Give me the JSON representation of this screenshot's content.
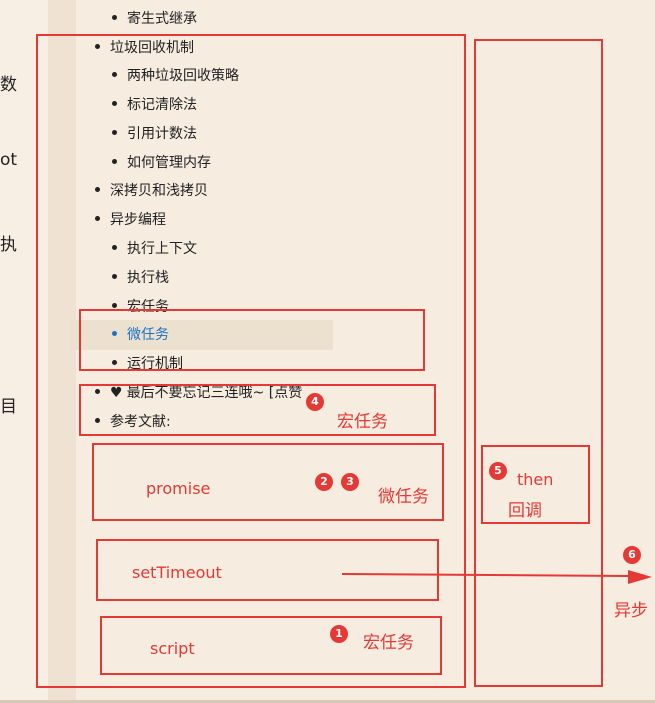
{
  "edge_fragments": [
    "数",
    "ot",
    "执",
    "目"
  ],
  "toc": {
    "items": [
      {
        "label": "寄生式继承",
        "level": 2
      },
      {
        "label": "垃圾回收机制",
        "level": 1
      },
      {
        "label": "两种垃圾回收策略",
        "level": 2
      },
      {
        "label": "标记清除法",
        "level": 2
      },
      {
        "label": "引用计数法",
        "level": 2
      },
      {
        "label": "如何管理内存",
        "level": 2
      },
      {
        "label": "深拷贝和浅拷贝",
        "level": 1
      },
      {
        "label": "异步编程",
        "level": 1
      },
      {
        "label": "执行上下文",
        "level": 2
      },
      {
        "label": "执行栈",
        "level": 2
      },
      {
        "label": "宏任务",
        "level": 2
      },
      {
        "label": "微任务",
        "level": 2,
        "active": true
      },
      {
        "label": "运行机制",
        "level": 2
      },
      {
        "label": "最后不要忘记三连哦~ [点赞",
        "level": 1,
        "icon": "heart-icon"
      },
      {
        "label": "参考文献:",
        "level": 1
      }
    ]
  },
  "annotations": {
    "promise": "promise",
    "settimeout": "setTimeout",
    "script": "script",
    "then_line1": "then",
    "then_line2": "回调",
    "macrotask_label_1": "宏任务",
    "microtask_label": "微任务",
    "macrotask_label_2": "宏任务",
    "async_label": "异步",
    "badges": [
      "1",
      "2",
      "3",
      "4",
      "5",
      "6"
    ]
  },
  "colors": {
    "annotation_red": "#e53935",
    "active_link": "#1a73c9",
    "background": "#f6ece0"
  }
}
